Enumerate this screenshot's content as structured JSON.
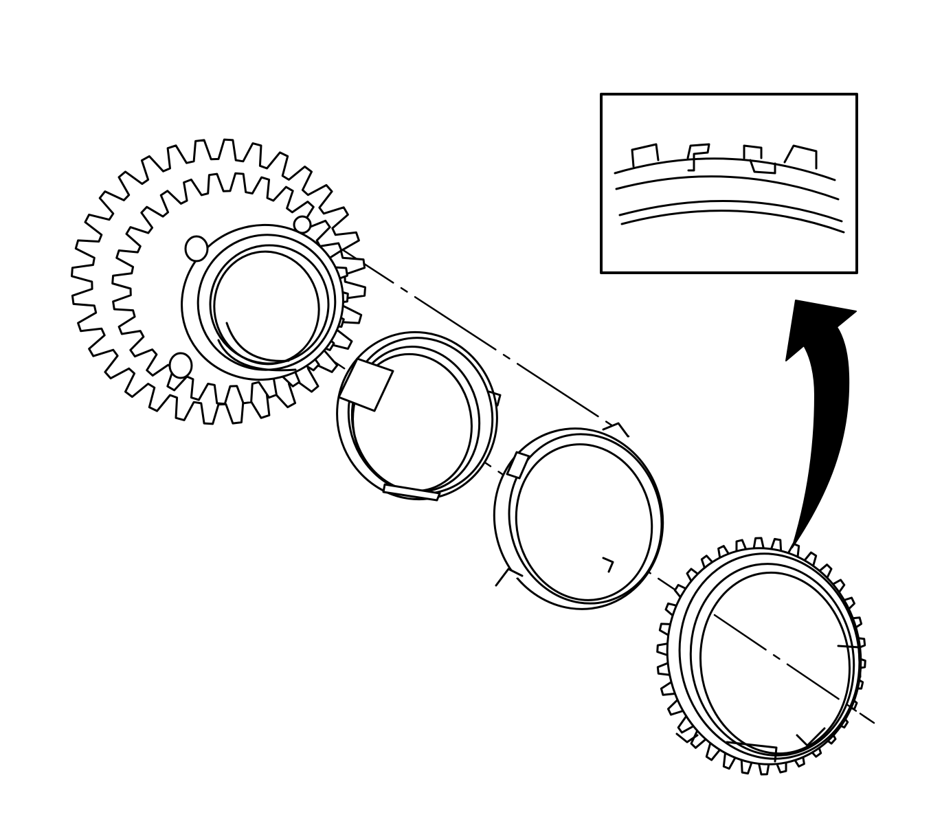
{
  "diagram": {
    "line_color": "#000000",
    "background_color": "#ffffff",
    "parts": [
      {
        "id": "gear",
        "label": ""
      },
      {
        "id": "inner-cone",
        "label": ""
      },
      {
        "id": "middle-cone",
        "label": ""
      },
      {
        "id": "blocker-ring",
        "label": ""
      }
    ],
    "detail_inset": {
      "label": ""
    },
    "pointer_arrow": {
      "icon": "curved-arrow-icon"
    }
  }
}
